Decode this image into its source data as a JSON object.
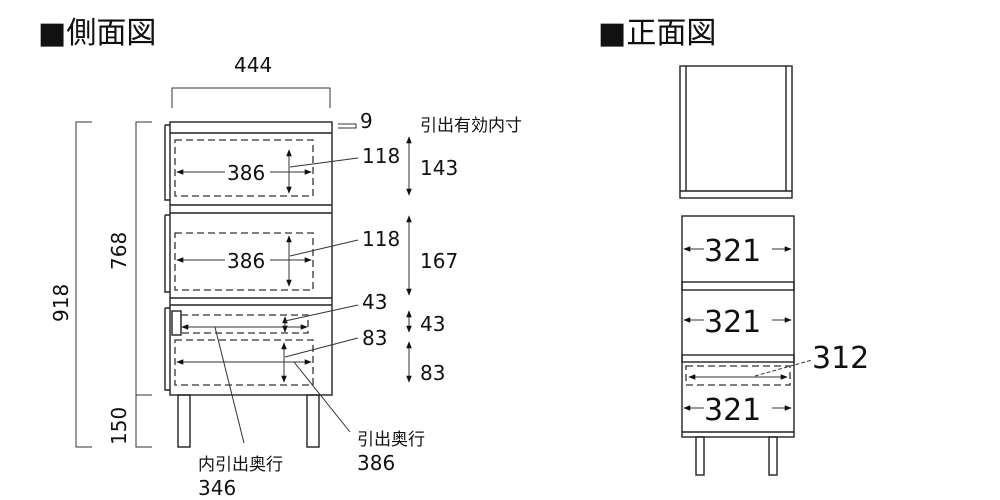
{
  "side_view": {
    "title": "■側面図",
    "width": "444",
    "top_thickness": "9",
    "inner_dims_label": "引出有効内寸",
    "total_height": "918",
    "body_height": "768",
    "leg_height": "150",
    "drawer1": {
      "depth": "386",
      "height": "118",
      "inner_height": "143"
    },
    "drawer2": {
      "depth": "386",
      "height": "118",
      "inner_height": "167"
    },
    "drawer3": {
      "inner_tray_height": "43",
      "height": "83",
      "inner_tray_side": "43",
      "side": "83"
    },
    "inner_drawer_depth_label": "内引出奥行",
    "inner_drawer_depth": "346",
    "drawer_depth_label": "引出奥行",
    "drawer_depth": "386"
  },
  "front_view": {
    "title": "■正面図",
    "drawer_widths": [
      "321",
      "321",
      "321"
    ],
    "inner_tray_width": "312"
  }
}
